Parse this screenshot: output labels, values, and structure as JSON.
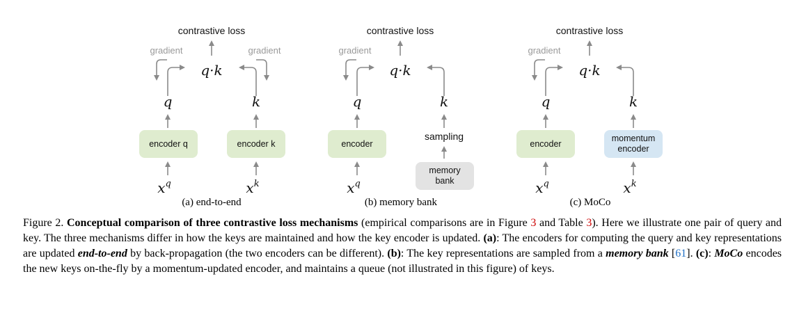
{
  "figure": {
    "panels": [
      {
        "top_label": "contrastive loss",
        "gradient_left": "gradient",
        "gradient_right": "gradient",
        "similarity": "q·k",
        "query": "q",
        "key": "k",
        "query_encoder": "encoder q",
        "key_encoder": "encoder k",
        "input_query": "x",
        "input_query_sup": "q",
        "input_key": "x",
        "input_key_sup": "k",
        "caption": "(a) end-to-end"
      },
      {
        "top_label": "contrastive loss",
        "gradient_left": "gradient",
        "similarity": "q·k",
        "query": "q",
        "key": "k",
        "query_encoder": "encoder",
        "sampling": "sampling",
        "memory_bank_line1": "memory",
        "memory_bank_line2": "bank",
        "input_query": "x",
        "input_query_sup": "q",
        "caption": "(b) memory bank"
      },
      {
        "top_label": "contrastive loss",
        "gradient_left": "gradient",
        "similarity": "q·k",
        "query": "q",
        "key": "k",
        "query_encoder": "encoder",
        "momentum_line1": "momentum",
        "momentum_line2": "encoder",
        "input_query": "x",
        "input_query_sup": "q",
        "input_key": "x",
        "input_key_sup": "k",
        "caption": "(c) MoCo"
      }
    ],
    "colors": {
      "encoder_green": "#dfeccf",
      "memory_gray": "#e3e3e3",
      "momentum_blue": "#d5e6f3",
      "arrow_gray": "#8a8a8a",
      "ref_red": "#cc0000",
      "ref_blue": "#1f6fc5"
    }
  },
  "caption": {
    "fig_label": "Figure 2.",
    "title": "Conceptual comparison of three contrastive loss mechanisms",
    "t1": " (empirical comparisons are in Figure ",
    "ref_fig": "3",
    "t2": " and Table ",
    "ref_table": "3",
    "t3": "). Here we illustrate one pair of query and key. The three mechanisms differ in how the keys are maintained and how the key encoder is updated. ",
    "a_label": "(a)",
    "a_text": ": The encoders for computing the query and key representations are updated ",
    "a_em": "end-to-end",
    "a_text2": " by back-propagation (the two encoders can be different). ",
    "b_label": "(b)",
    "b_text": ": The key representations are sampled from a ",
    "b_em": "memory bank",
    "b_space": " [",
    "b_ref": "61",
    "b_close": "]. ",
    "c_label": "(c)",
    "c_colon": ": ",
    "c_em": "MoCo",
    "c_text": " encodes the new keys on-the-fly by a momentum-updated encoder, and maintains a queue (not illustrated in this figure) of keys."
  }
}
